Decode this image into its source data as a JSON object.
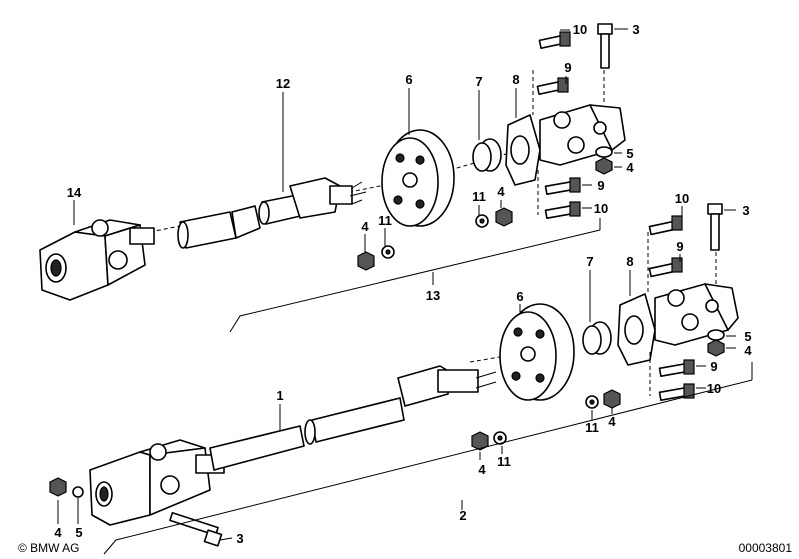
{
  "diagram": {
    "labels_upper": {
      "l12": "12",
      "l6": "6",
      "l7": "7",
      "l8": "8",
      "l10a": "10",
      "l3a": "3",
      "l9a": "9",
      "l5a": "5",
      "l4a": "4",
      "l9b": "9",
      "l10b": "10",
      "l14": "14",
      "l4b": "4",
      "l11a": "11",
      "l11b": "11",
      "l4c": "4",
      "l13": "13"
    },
    "labels_lower": {
      "l10c": "10",
      "l3b": "3",
      "l9c": "9",
      "l7b": "7",
      "l8b": "8",
      "l6b": "6",
      "l5b": "5",
      "l4d": "4",
      "l9d": "9",
      "l10d": "10",
      "l11c": "11",
      "l4e": "4",
      "l1": "1",
      "l4f": "4",
      "l11d": "11",
      "l2": "2",
      "l4g": "4",
      "l5c": "5",
      "l3c": "3"
    },
    "footer": {
      "copyright": "© BMW AG",
      "code": "00003801"
    }
  }
}
